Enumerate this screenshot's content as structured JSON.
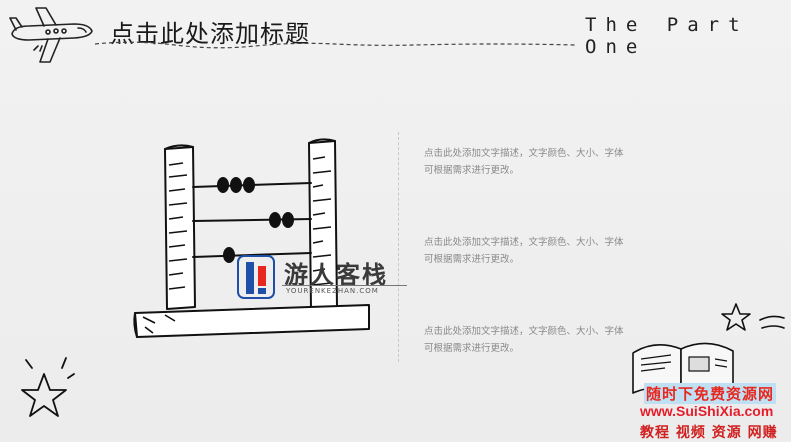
{
  "header": {
    "title": "点击此处添加标题",
    "subtitle": "The Part One"
  },
  "descriptions": [
    {
      "line1": "点击此处添加文字描述，文字颜色、大小、字体",
      "line2": "可根据需求进行更改。"
    },
    {
      "line1": "点击此处添加文字描述，文字颜色、大小、字体",
      "line2": "可根据需求进行更改。"
    },
    {
      "line1": "点击此处添加文字描述，文字颜色、大小、字体",
      "line2": "可根据需求进行更改。"
    }
  ],
  "watermark": {
    "name": "游人客栈",
    "url": "YOURENKEZHAN.COM"
  },
  "banner": {
    "line1": "随时下免费资源网",
    "line2": "www.SuiShiXia.com",
    "line3": "教程 视频 资源 网赚"
  },
  "colors": {
    "ink": "#1a1a1a",
    "desc_text": "#8a8a8a",
    "banner_red": "#e8281e",
    "watermark_blue": "#1f4fa8"
  },
  "icons": [
    "airplane-icon",
    "abacus-illustration",
    "star-icon",
    "open-book-icon"
  ]
}
